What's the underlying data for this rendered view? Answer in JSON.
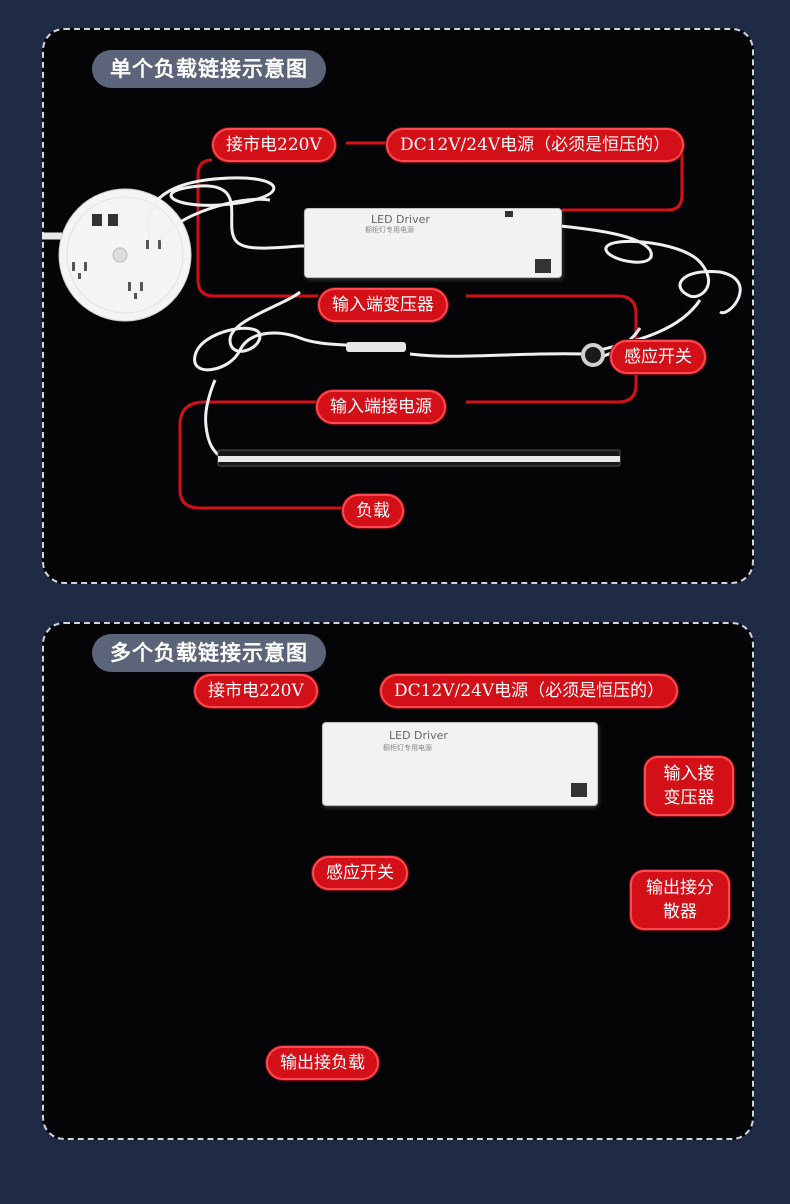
{
  "panel1": {
    "title": "单个负载链接示意图",
    "labels": {
      "mains": "接市电220V",
      "power_supply": "DC12V/24V电源（必须是恒压的）",
      "input_transformer": "输入端变压器",
      "sensor_switch": "感应开关",
      "input_power": "输入端接电源",
      "load": "负载"
    },
    "driver": {
      "name": "LED Driver",
      "sub": "橱柜灯专用电源"
    }
  },
  "panel2": {
    "title": "多个负载链接示意图",
    "labels": {
      "mains": "接市电220V",
      "power_supply": "DC12V/24V电源（必须是恒压的）",
      "input_transformer": "输入接变压器",
      "sensor_switch": "感应开关",
      "output_splitter": "输出接分散器",
      "output_load": "输出接负载"
    },
    "driver": {
      "name": "LED Driver",
      "sub": "橱柜灯专用电源"
    }
  },
  "colors": {
    "accent_red": "#d30f17",
    "page_bg": "#1f2a44",
    "panel_bg": "#050507",
    "title_pill": "#5b6478"
  }
}
